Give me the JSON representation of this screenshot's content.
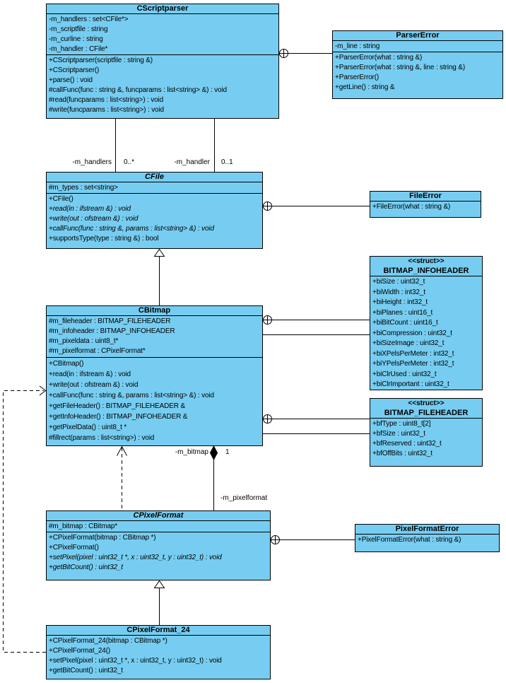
{
  "colors": {
    "class_fill": "#76CDF1",
    "border": "#000000",
    "background": "#FFFFFF",
    "text": "#000000"
  },
  "classes": {
    "cscriptparser": {
      "name": "CScriptparser",
      "attributes": [
        "-m_handlers : set<CFile*>",
        "-m_scriptfile : string",
        "-m_curline : string",
        "-m_handler : CFile*"
      ],
      "methods": [
        "+CScriptparser(scriptfile : string &)",
        "+CScriptparser()",
        "+parse() : void",
        "#callFunc(func : string &, funcparams : list<string> &) : void",
        "#read(funcparams : list<string>) : void",
        "#write(funcparams : list<string>) : void"
      ]
    },
    "parsererror": {
      "name": "ParserError",
      "attributes": [
        "-m_line : string"
      ],
      "methods": [
        "+ParserError(what : string &)",
        "+ParserError(what : string &, line : string &)",
        "+ParserError()",
        "+getLine() : string &"
      ]
    },
    "cfile": {
      "name": "CFile",
      "attributes": [
        "#m_types : set<string>"
      ],
      "methods": [
        "+CFile()",
        "+read(in : ifstream &) : void",
        "+write(out : ofstream &) : void",
        "+callFunc(func : string &, params : list<string> &) : void",
        "+supportsType(type : string &) : bool"
      ]
    },
    "fileerror": {
      "name": "FileError",
      "methods": [
        "+FileError(what : string &)"
      ]
    },
    "cbitmap": {
      "name": "CBitmap",
      "attributes": [
        "#m_fileheader : BITMAP_FILEHEADER",
        "#m_infoheader : BITMAP_INFOHEADER",
        "#m_pixeldata : uint8_t*",
        "#m_pixelformat : CPixelFormat*"
      ],
      "methods": [
        "+CBitmap()",
        "+read(in : ifstream &) : void",
        "+write(out : ofstream &) : void",
        "+callFunc(func : string &, params : list<string> &) : void",
        "+getFileHeader() : BITMAP_FILEHEADER &",
        "+getInfoHeader() : BITMAP_INFOHEADER &",
        "+getPixelData() : uint8_t *",
        "#fillrect(params : list<string>) : void"
      ]
    },
    "infoheader": {
      "stereotype": "<<struct>>",
      "name": "BITMAP_INFOHEADER",
      "attributes": [
        "+biSize : uint32_t",
        "+biWidth : int32_t",
        "+biHeight : int32_t",
        "+biPlanes : uint16_t",
        "+biBitCount : uint16_t",
        "+biCompression : uint32_t",
        "+biSizeImage : uint32_t",
        "+biXPelsPerMeter : int32_t",
        "+biYPelsPerMeter : int32_t",
        "+biClrUsed : uint32_t",
        "+biClrImportant : uint32_t"
      ]
    },
    "fileheader": {
      "stereotype": "<<struct>>",
      "name": "BITMAP_FILEHEADER",
      "attributes": [
        "+bfType : uint8_t[2]",
        "+bfSize : uint32_t",
        "+bfReserved : uint32_t",
        "+bfOffBits : uint32_t"
      ]
    },
    "cpixelformat": {
      "name": "CPixelFormat",
      "attributes": [
        "#m_bitmap : CBitmap*"
      ],
      "methods": [
        "+CPixelFormat(bitmap : CBitmap *)",
        "+CPixelFormat()",
        "+setPixel(pixel : uint32_t *, x : uint32_t, y : uint32_t) : void",
        "+getBitCount() : uint32_t"
      ]
    },
    "pixelformaterror": {
      "name": "PixelFormatError",
      "methods": [
        "+PixelFormatError(what : string &)"
      ]
    },
    "cpixelformat24": {
      "name": "CPixelFormat_24",
      "methods": [
        "+CPixelFormat_24(bitmap : CBitmap *)",
        "+CPixelFormat_24()",
        "+setPixel(pixel : uint32_t *, x : uint32_t, y : uint32_t) : void",
        "+getBitCount() : uint32_t"
      ]
    }
  },
  "edge_labels": {
    "handlers_role": "-m_handlers",
    "handlers_mult": "0..*",
    "handler_role": "-m_handler",
    "handler_mult": "0..1",
    "bitmap_role": "-m_bitmap",
    "bitmap_mult": "1",
    "pixelformat_role": "-m_pixelformat"
  },
  "relationships": [
    {
      "type": "association",
      "from": "CScriptparser",
      "to": "CFile",
      "role": "-m_handlers",
      "multiplicity": "0..*"
    },
    {
      "type": "association",
      "from": "CScriptparser",
      "to": "CFile",
      "role": "-m_handler",
      "multiplicity": "0..1"
    },
    {
      "type": "containment",
      "container": "CScriptparser",
      "contained": "ParserError"
    },
    {
      "type": "containment",
      "container": "CFile",
      "contained": "FileError"
    },
    {
      "type": "generalization",
      "child": "CBitmap",
      "parent": "CFile"
    },
    {
      "type": "containment",
      "container": "CBitmap",
      "contained": "BITMAP_INFOHEADER"
    },
    {
      "type": "association",
      "from": "CBitmap",
      "to": "BITMAP_INFOHEADER"
    },
    {
      "type": "containment",
      "container": "CBitmap",
      "contained": "BITMAP_FILEHEADER"
    },
    {
      "type": "association",
      "from": "CBitmap",
      "to": "BITMAP_FILEHEADER"
    },
    {
      "type": "composition",
      "owner": "CBitmap",
      "part": "CPixelFormat",
      "owner_role": "-m_bitmap",
      "owner_mult": "1",
      "part_role": "-m_pixelformat"
    },
    {
      "type": "dependency",
      "from": "CPixelFormat",
      "to": "CBitmap"
    },
    {
      "type": "containment",
      "container": "CPixelFormat",
      "contained": "PixelFormatError"
    },
    {
      "type": "generalization",
      "child": "CPixelFormat_24",
      "parent": "CPixelFormat"
    },
    {
      "type": "dependency",
      "from": "CPixelFormat_24",
      "to": "CBitmap"
    }
  ]
}
